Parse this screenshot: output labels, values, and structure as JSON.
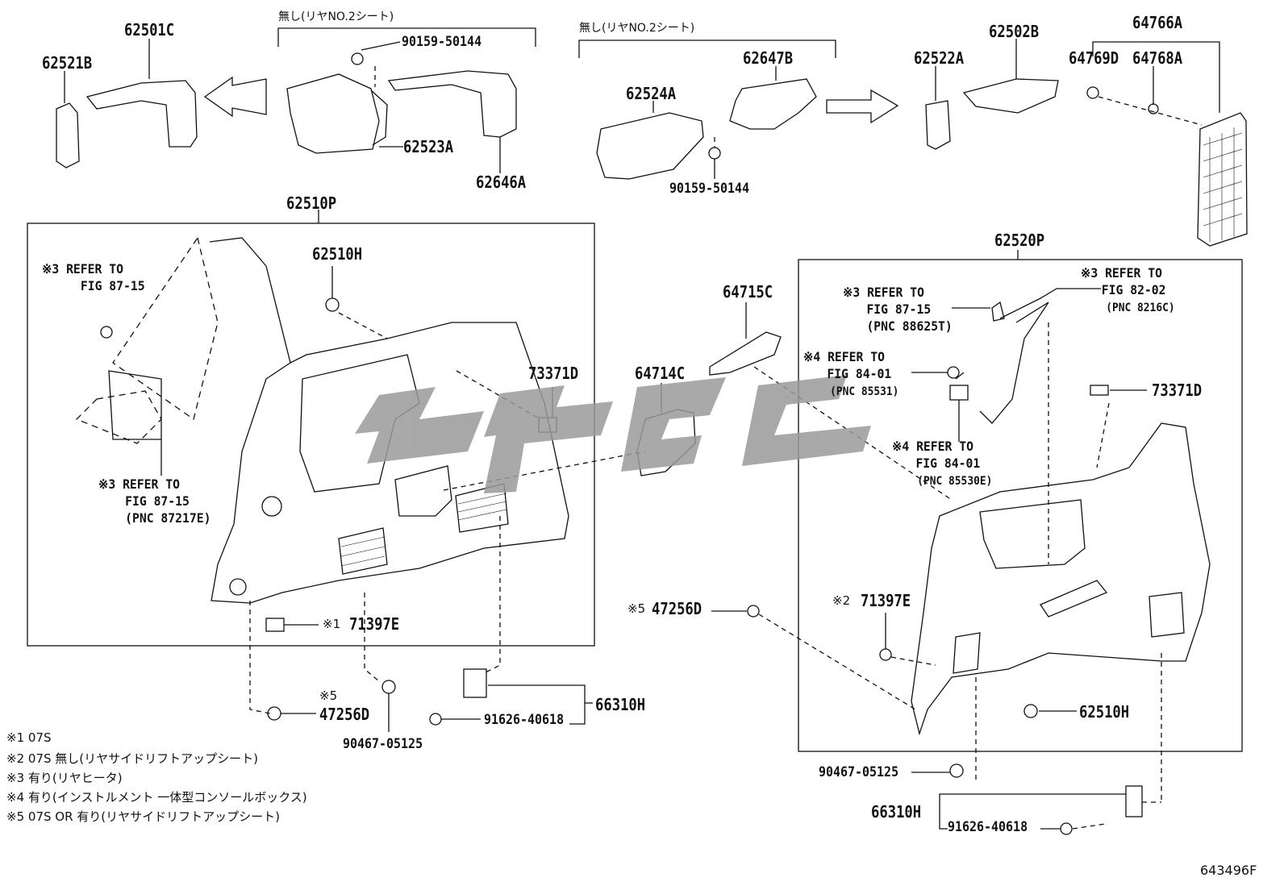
{
  "diagram_id": "643496F",
  "watermark": "ℐℐℐℐ",
  "section_headers": {
    "left_rear_no2_seat": "無し(リヤNO.2シート)",
    "right_rear_no2_seat": "無し(リヤNO.2シート)"
  },
  "part_labels": {
    "p62521B": "62521B",
    "p62501C": "62501C",
    "p90159_50144_top": "90159-50144",
    "p62523A": "62523A",
    "p62646A": "62646A",
    "p62524A": "62524A",
    "p62647B": "62647B",
    "p90159_50144_mid": "90159-50144",
    "p62522A": "62522A",
    "p62502B": "62502B",
    "p64766A": "64766A",
    "p64769D": "64769D",
    "p64768A": "64768A",
    "p62510P": "62510P",
    "p62510H_left": "62510H",
    "p73371D_left": "73371D",
    "p64714C": "64714C",
    "p64715C": "64715C",
    "p62520P": "62520P",
    "p73371D_right": "73371D",
    "p71397E_left": "71397E",
    "p47256D_left": "47256D",
    "p90467_05125_left": "90467-05125",
    "p66310H_left": "66310H",
    "p91626_40618_left": "91626-40618",
    "p47256D_right": "47256D",
    "p71397E_right": "71397E",
    "p62510H_right": "62510H",
    "p90467_05125_right": "90467-05125",
    "p66310H_right": "66310H",
    "p91626_40618_right": "91626-40618"
  },
  "markers": {
    "m1": "※1",
    "m2": "※2",
    "m3": "※3",
    "m4": "※4",
    "m5": "※5"
  },
  "refs": {
    "left_top": {
      "line1": "REFER TO",
      "line2": "FIG 87-15"
    },
    "left_bottom": {
      "line1": "REFER TO",
      "line2": "FIG 87-15",
      "line3": "(PNC 87217E)"
    },
    "right_a": {
      "line1": "REFER TO",
      "line2": "FIG 87-15",
      "line3": "(PNC 88625T)"
    },
    "right_b": {
      "line1": "REFER TO",
      "line2": "FIG 82-02",
      "line3": "(PNC 8216C)"
    },
    "right_c": {
      "line1": "REFER TO",
      "line2": "FIG 84-01",
      "line3": "(PNC 85531)"
    },
    "right_d": {
      "line1": "REFER TO",
      "line2": "FIG 84-01",
      "line3": "(PNC 85530E)"
    }
  },
  "footnotes": [
    {
      "mark": "※1",
      "text": "07S"
    },
    {
      "mark": "※2",
      "text": "07S 無し(リヤサイドリフトアップシート)"
    },
    {
      "mark": "※3",
      "text": "有り(リヤヒータ)"
    },
    {
      "mark": "※4",
      "text": "有り(インストルメント 一体型コンソールボックス)"
    },
    {
      "mark": "※5",
      "text": "07S OR 有り(リヤサイドリフトアップシート)"
    }
  ],
  "colors": {
    "line": "#111111",
    "watermark": "#9a9a9a",
    "background": "#ffffff"
  }
}
